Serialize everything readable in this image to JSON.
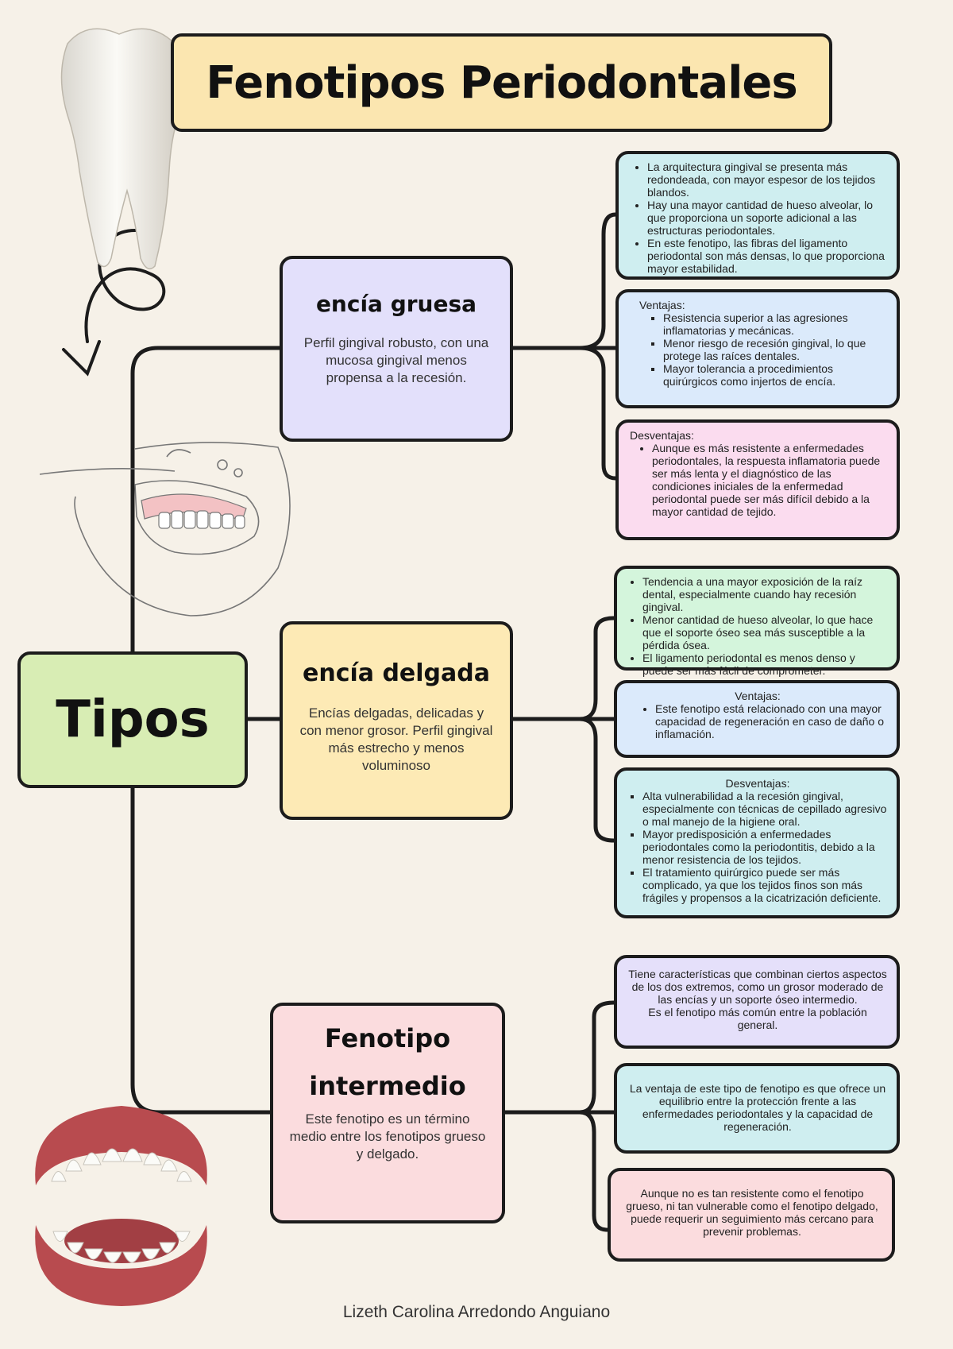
{
  "title": "Fenotipos Periodontales",
  "root": "Tipos",
  "types": [
    {
      "title": "encía gruesa",
      "description": "Perfil gingival robusto, con una mucosa gingival menos propensa a la recesión.",
      "characteristics": [
        "La arquitectura gingival se presenta más redondeada, con mayor espesor de los tejidos blandos.",
        "Hay una mayor cantidad de hueso alveolar, lo que proporciona un soporte adicional a las estructuras periodontales.",
        "En este fenotipo, las fibras del ligamento periodontal son más densas, lo que proporciona mayor estabilidad."
      ],
      "advantages_label": "Ventajas:",
      "advantages": [
        "Resistencia superior a las agresiones inflamatorias y mecánicas.",
        "Menor riesgo de recesión gingival, lo que protege las raíces dentales.",
        "Mayor tolerancia a procedimientos quirúrgicos como injertos de encía."
      ],
      "disadvantages_label": "Desventajas:",
      "disadvantages": [
        "Aunque es más resistente a enfermedades periodontales, la respuesta inflamatoria puede ser más lenta y el diagnóstico de las condiciones iniciales de la enfermedad periodontal puede ser más difícil debido a la mayor cantidad de tejido."
      ]
    },
    {
      "title": "encía delgada",
      "description": "Encías delgadas, delicadas y con menor grosor. Perfil gingival más estrecho y menos voluminoso",
      "characteristics": [
        "Tendencia a una mayor exposición de la raíz dental, especialmente cuando hay recesión gingival.",
        "Menor cantidad de hueso alveolar, lo que hace que el soporte óseo sea más susceptible a la pérdida ósea.",
        "El ligamento periodontal es menos denso y puede ser más fácil de comprometer."
      ],
      "advantages_label": "Ventajas:",
      "advantages": [
        "Este fenotipo está relacionado con una mayor capacidad de regeneración en caso de daño o inflamación."
      ],
      "disadvantages_label": "Desventajas:",
      "disadvantages": [
        "Alta vulnerabilidad a la recesión gingival, especialmente con técnicas de cepillado agresivo o mal manejo de la higiene oral.",
        "Mayor predisposición a enfermedades periodontales como la periodontitis, debido a la menor resistencia de los tejidos.",
        "El tratamiento quirúrgico puede ser más complicado, ya que los tejidos finos son más frágiles y propensos a la cicatrización deficiente."
      ]
    },
    {
      "title_line1": "Fenotipo",
      "title_line2": "intermedio",
      "description": "Este fenotipo es un término medio entre los fenotipos grueso y delgado.",
      "characteristics_1": "Tiene características que combinan ciertos aspectos de los dos extremos, como un grosor moderado de las encías y un soporte óseo intermedio.",
      "characteristics_2": "Es el fenotipo más común entre la población general.",
      "advantage": "La ventaja de este tipo de fenotipo es que ofrece un equilibrio entre la protección frente a las enfermedades periodontales y la capacidad de regeneración.",
      "disadvantage": "Aunque no es tan resistente como el fenotipo grueso, ni tan vulnerable como el fenotipo delgado, puede requerir un seguimiento más cercano para prevenir problemas."
    }
  ],
  "author": "Lizeth Carolina Arredondo Anguiano",
  "colors": {
    "background": "#f6f1e8",
    "title": "#fbe6b0",
    "root": "#d8edb4",
    "thick": "#e3e0fb",
    "thin": "#fdeab5",
    "intermediate": "#fbdcde",
    "cyan": "#cfeef0",
    "blue": "#dbeafb",
    "pink": "#fbdcef",
    "green": "#d4f5dc",
    "lavender": "#e5e0fa"
  }
}
